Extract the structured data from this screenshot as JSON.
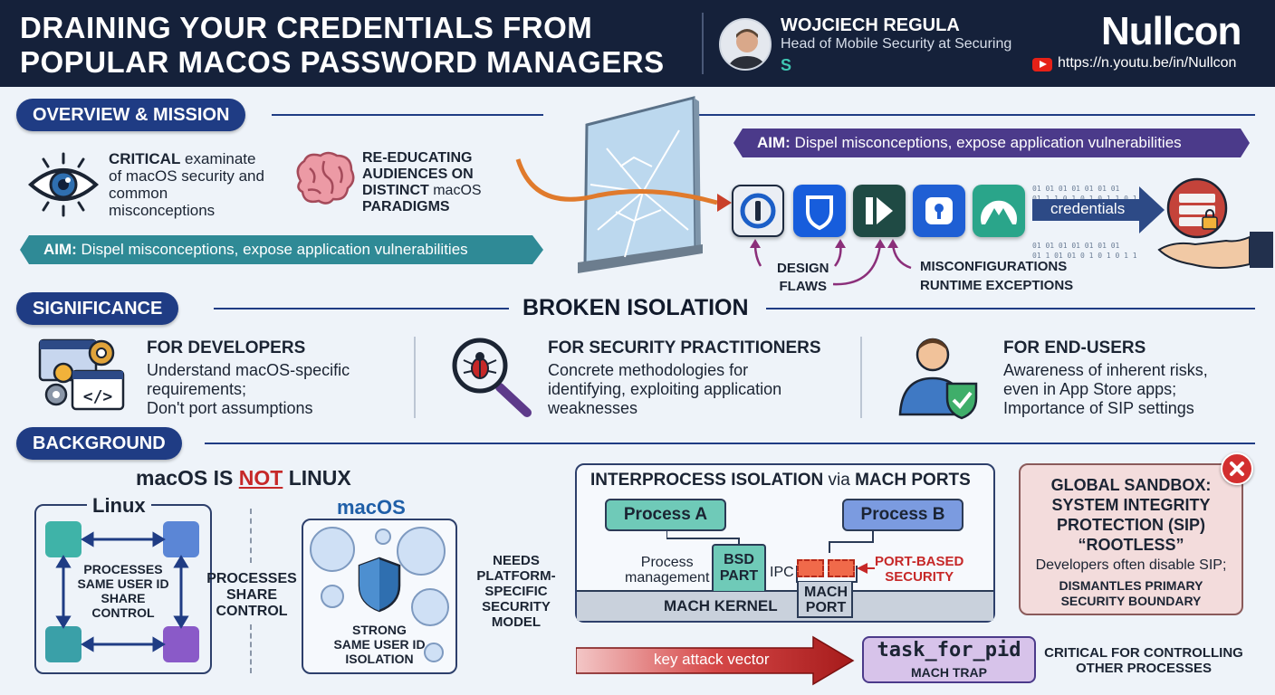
{
  "header": {
    "title_line1": "DRAINING YOUR CREDENTIALS FROM",
    "title_line2": "POPULAR MACOS PASSWORD MANAGERS",
    "speaker_name": "WOJCIECH REGULA",
    "speaker_role": "Head of Mobile Security at Securing",
    "securing_mark": "S",
    "brand": "Nullcon",
    "url": "https://n.youtu.be/in/Nullcon"
  },
  "overview": {
    "heading": "OVERVIEW & MISSION",
    "critical_bold": "CRITICAL",
    "critical_rest": " examinate of macOS security and common misconceptions",
    "reeducate_bold": "RE-EDUCATING AUDIENCES ON DISTINCT",
    "reeducate_rest": " macOS ",
    "reeducate_end": "PARADIGMS",
    "aim_left_key": "AIM:",
    "aim_left_text": " Dispel misconceptions, expose application vulnerabilities",
    "aim_right_key": "AIM:",
    "aim_right_text": " Dispel misconceptions, expose application vulnerabilities",
    "credentials": "credentials",
    "binary_1": "01 01 01 01 01 01 01",
    "binary_2": "01 1 1 0 1 0 1 0 1 1 0 1 9",
    "binary_3": "01 01 01 01 01 01 01",
    "binary_4": "01 1 01 01 0 1 0 1 0 1 1",
    "design_flaws_1": "DESIGN",
    "design_flaws_2": "FLAWS",
    "misconfigurations": "MISCONFIGURATIONS",
    "runtime_exceptions": "RUNTIME EXCEPTIONS"
  },
  "significance": {
    "heading": "SIGNIFICANCE",
    "center_title": "BROKEN ISOLATION",
    "cols": [
      {
        "title": "FOR DEVELOPERS",
        "l1": "Understand macOS-specific",
        "l2": "requirements;",
        "l3": "Don't port assumptions"
      },
      {
        "title": "FOR SECURITY PRACTITIONERS",
        "l1": "Concrete methodologies for",
        "l2": "identifying, exploiting application",
        "l3": "weaknesses"
      },
      {
        "title": "FOR END-USERS",
        "l1": "Awareness of inherent risks,",
        "l2": "even in App Store apps;",
        "l3": "Importance of SIP settings"
      }
    ]
  },
  "background": {
    "heading": "BACKGROUND",
    "not_linux_a": "macOS IS ",
    "not_linux_b": "NOT",
    "not_linux_c": " LINUX",
    "linux_label": "Linux",
    "linux_center_1": "PROCESSES",
    "linux_center_2": "SAME USER ID",
    "linux_center_3": "SHARE",
    "linux_center_4": "CONTROL",
    "share_1": "PROCESSES",
    "share_2": "SHARE",
    "share_3": "CONTROL",
    "macos_label": "macOS",
    "macos_iso_1": "STRONG",
    "macos_iso_2": "SAME USER ID",
    "macos_iso_3": "ISOLATION",
    "needs_1": "NEEDS",
    "needs_2": "PLATFORM-",
    "needs_3": "SPECIFIC",
    "needs_4": "SECURITY",
    "needs_5": "MODEL",
    "ipc_title_a": "INTERPROCESS ISOLATION",
    "ipc_title_b": " via ",
    "ipc_title_c": "MACH PORTS",
    "process_a": "Process A",
    "process_b": "Process B",
    "process_mgmt_1": "Process",
    "process_mgmt_2": "management",
    "bsd_1": "BSD",
    "bsd_2": "PART",
    "ipc": "IPC",
    "port_sec_1": "PORT-BASED",
    "port_sec_2": "SECURITY",
    "mach_kernel": "MACH KERNEL",
    "mach_port_1": "MACH",
    "mach_port_2": "PORT",
    "attack_vector": "key attack vector",
    "task_for_pid": "task_for_pid",
    "mach_trap": "MACH TRAP",
    "critical_ctrl_1": "CRITICAL FOR CONTROLLING",
    "critical_ctrl_2": "OTHER PROCESSES",
    "sip_1": "GLOBAL SANDBOX:",
    "sip_2": "SYSTEM INTEGRITY",
    "sip_3": "PROTECTION (SIP)",
    "sip_4": "“ROOTLESS”",
    "sip_note": "Developers often disable SIP;",
    "sip_end_1": "DISMANTLES PRIMARY",
    "sip_end_2": "SECURITY BOUNDARY"
  },
  "colors": {
    "navy": "#15213a",
    "accent_blue": "#1f3c84",
    "teal": "#2f8a96",
    "purple": "#4b3a8a",
    "red": "#c62828"
  }
}
